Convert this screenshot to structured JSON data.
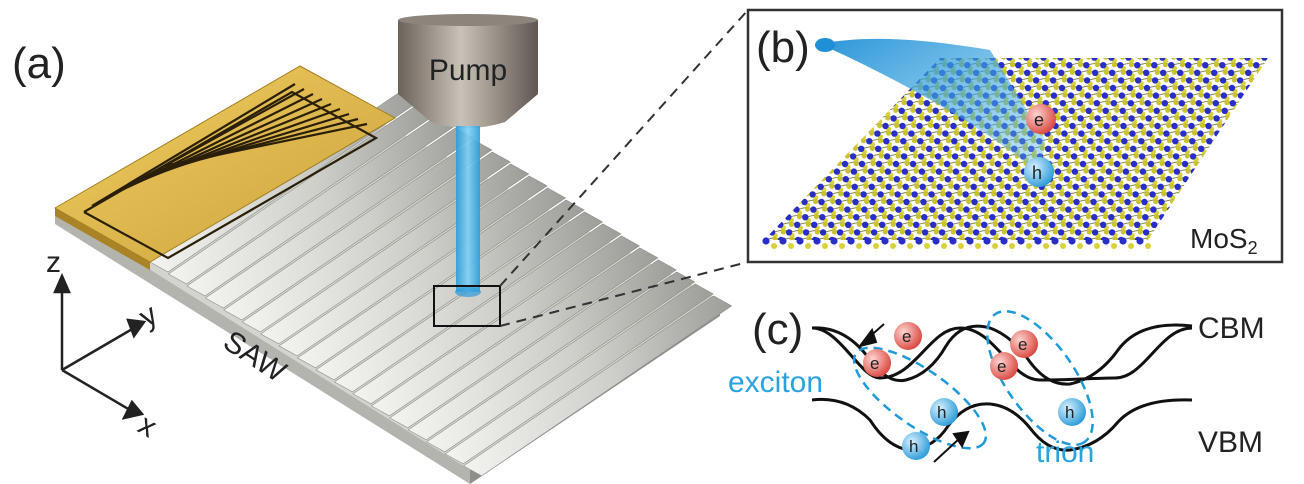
{
  "panel_a": {
    "label": "(a)",
    "pump_label": "Pump",
    "saw_label": "SAW",
    "axes": {
      "z": "z",
      "y": "y",
      "x": "x"
    }
  },
  "panel_b": {
    "label": "(b)",
    "material_main": "MoS",
    "material_sub": "2",
    "electron_label": "e",
    "hole_label": "h"
  },
  "panel_c": {
    "label": "(c)",
    "cbm_label": "CBM",
    "vbm_label": "VBM",
    "exciton_label": "exciton",
    "trion_label": "trion",
    "electron_label": "e",
    "hole_label": "h",
    "minus_sign": "-",
    "plus_sign": "+"
  },
  "colors": {
    "gold": "#d9b04a",
    "saw_gray": "#c9c9c4",
    "beam_blue": "#29a3e0",
    "electron_red": "#e96a6a",
    "hole_blue": "#4fb6e6",
    "sulfur_yellow": "#d8d23a",
    "molybdenum_blue": "#2a2ec8"
  }
}
